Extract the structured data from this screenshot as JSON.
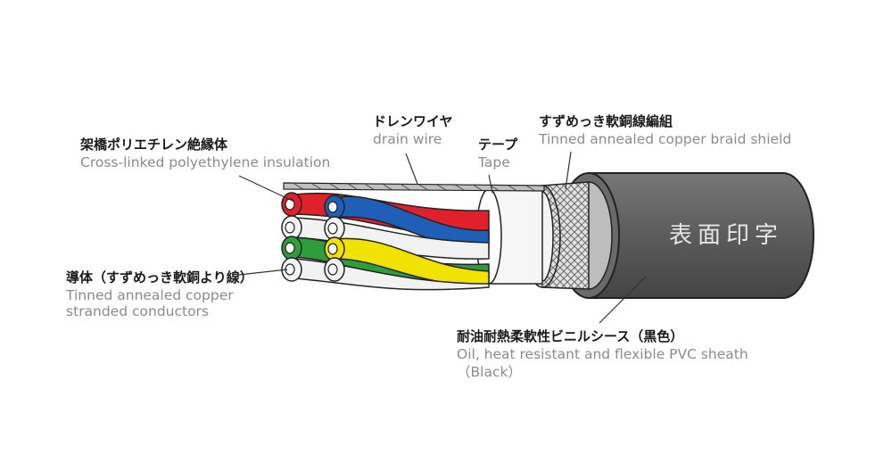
{
  "cable_print_text": "表面印字",
  "labels": {
    "insulation": {
      "jp": "架橋ポリエチレン絶縁体",
      "en": "Cross-linked polyethylene insulation"
    },
    "drain_wire": {
      "jp": "ドレンワイヤ",
      "en": "drain wire"
    },
    "tape": {
      "jp": "テープ",
      "en": "Tape"
    },
    "braid_shield": {
      "jp": "すずめっき軟銅線編組",
      "en": "Tinned annealed copper braid shield"
    },
    "conductor": {
      "jp": "導体（すずめっき軟銅より線）",
      "en_line1": "Tinned annealed copper",
      "en_line2": "stranded conductors"
    },
    "sheath": {
      "jp": "耐油耐熱柔軟性ビニルシース（黒色）",
      "en_line1": "Oil, heat resistant and flexible PVC sheath",
      "en_line2": "（Black）"
    }
  },
  "colors": {
    "sheath": "#5c5c5c",
    "braid": "#d9d9d9",
    "red": "#e0202a",
    "blue": "#1f5fb8",
    "green": "#2e9e3a",
    "yellow": "#f2e200",
    "white": "#f2f2f2",
    "outline": "#222222"
  }
}
